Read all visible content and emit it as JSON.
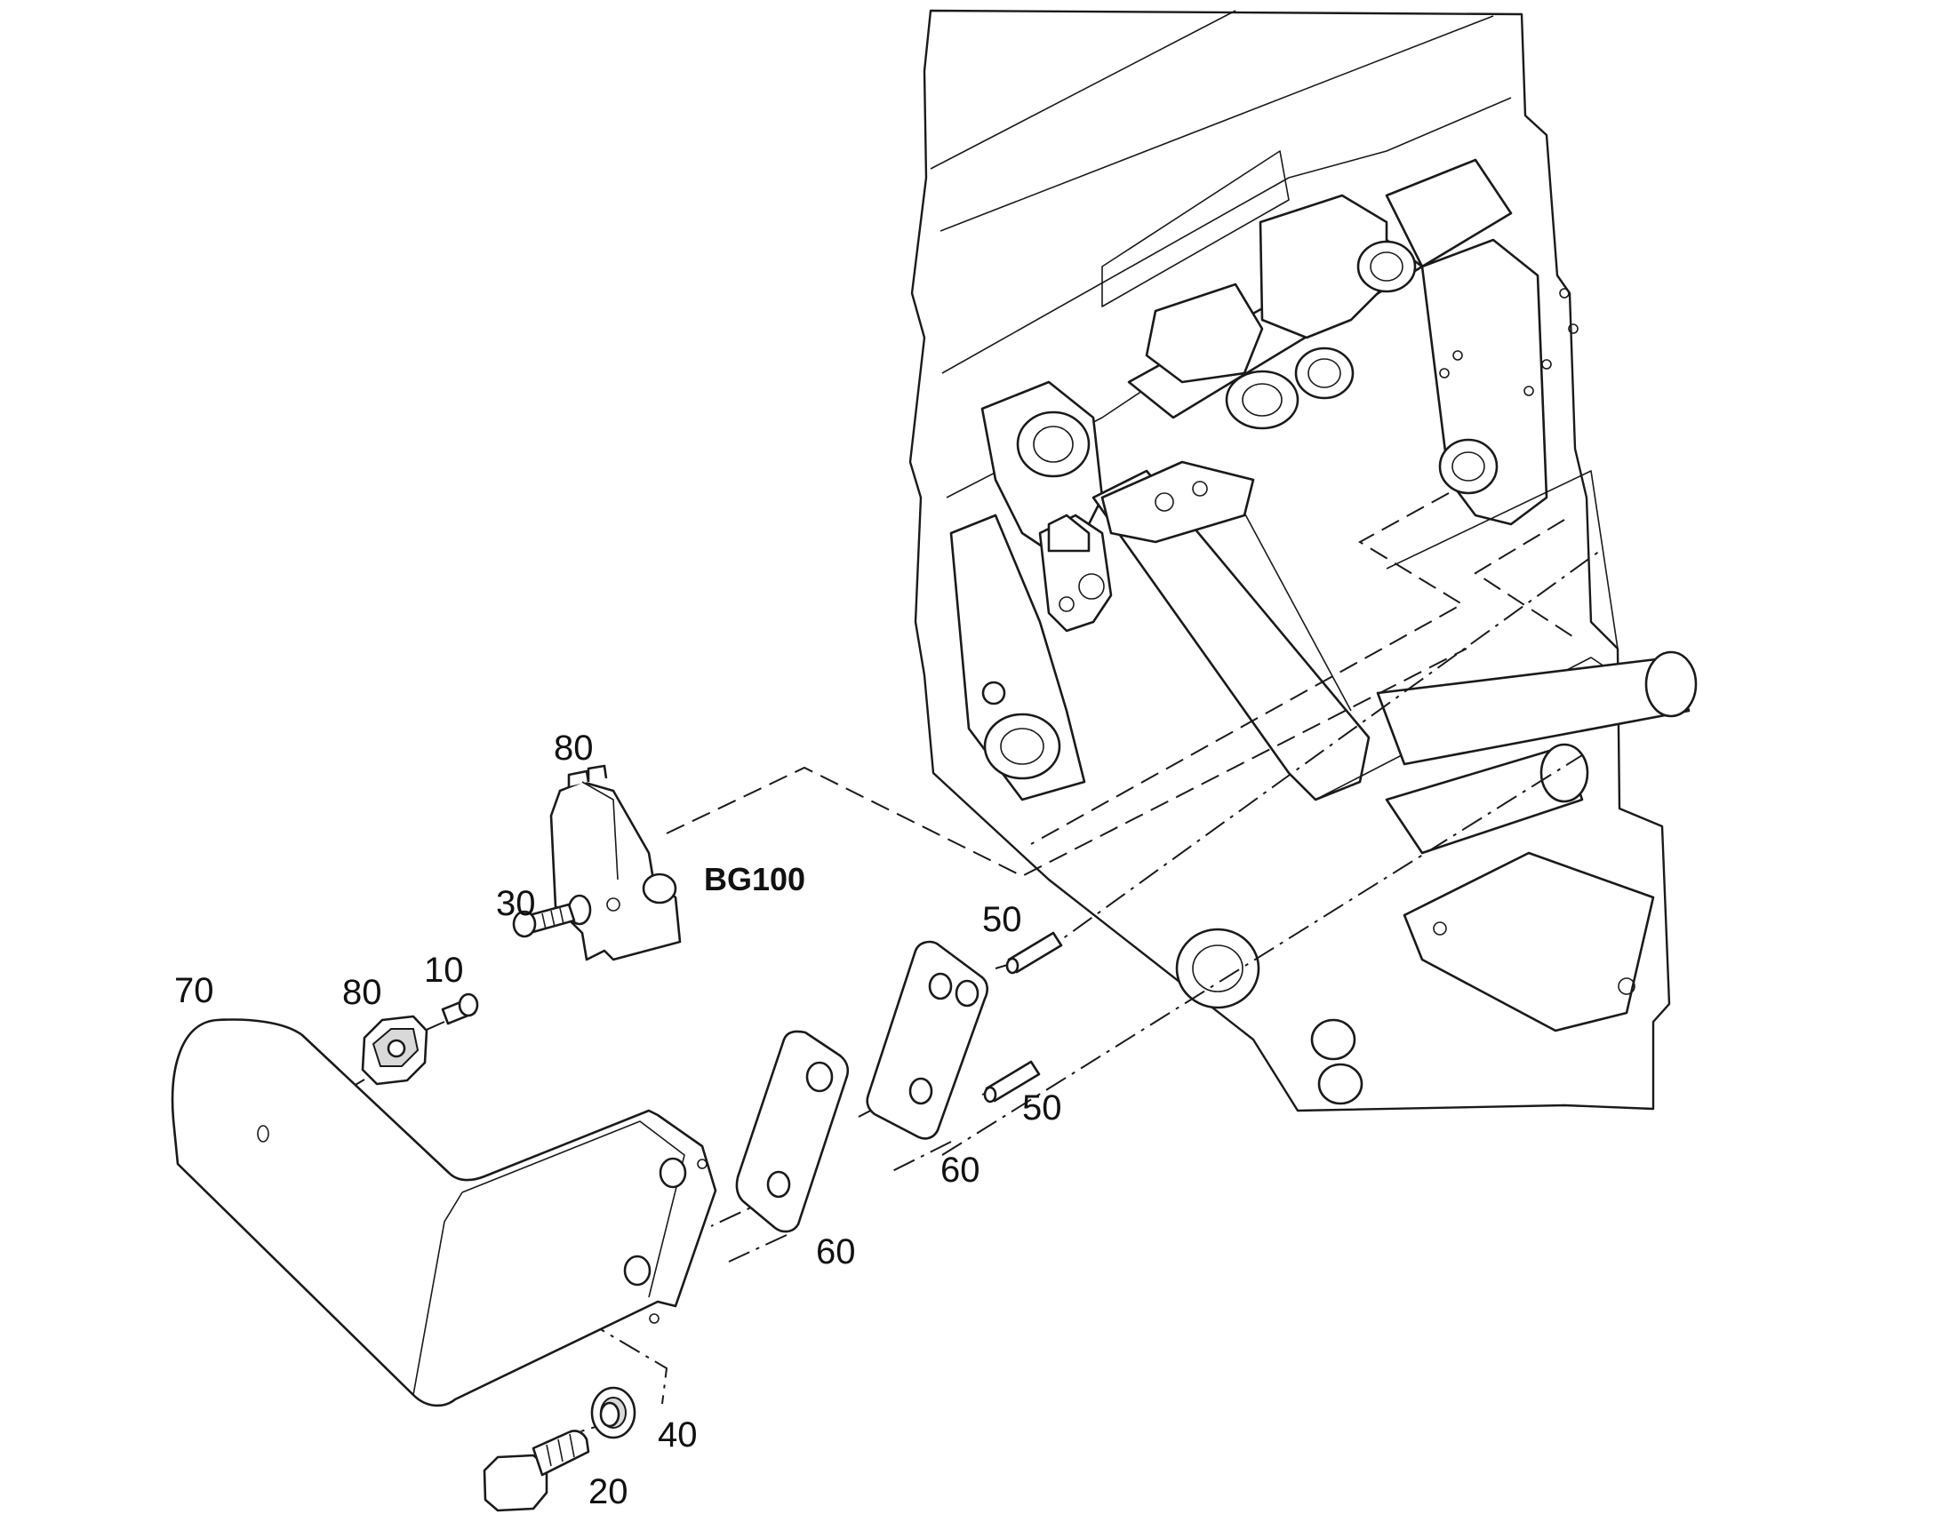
{
  "labels": {
    "item_80_top": "80",
    "bg100": "BG100",
    "item_30": "30",
    "item_50_top": "50",
    "item_70": "70",
    "item_80_left": "80",
    "item_10": "10",
    "item_50_right": "50",
    "item_60_right": "60",
    "item_60_mid": "60",
    "item_40": "40",
    "item_20": "20"
  }
}
